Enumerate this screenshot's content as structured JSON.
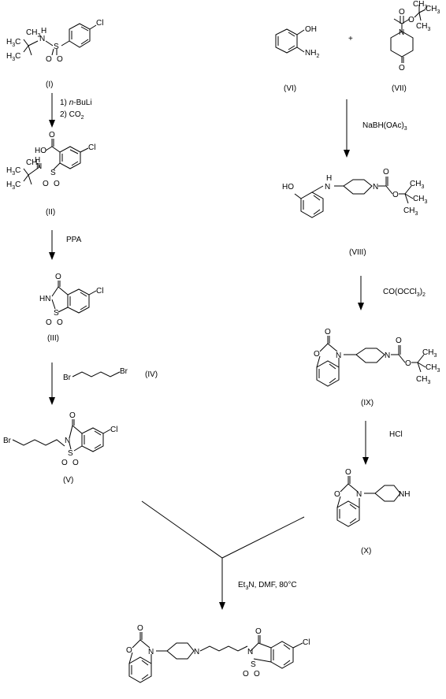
{
  "compounds": {
    "I": {
      "label": "(I)",
      "cl": "Cl",
      "nh": "N",
      "h": "H",
      "s": "S",
      "o1": "O",
      "o2": "O",
      "h3c1": "H",
      "h3c2": "H"
    },
    "II": {
      "label": "(II)"
    },
    "III": {
      "label": "(III)"
    },
    "IV": {
      "label": "(IV)",
      "br1": "Br",
      "br2": "Br"
    },
    "V": {
      "label": "(V)"
    },
    "VI": {
      "label": "(VI)",
      "oh": "OH",
      "nh2": "NH"
    },
    "VII": {
      "label": "(VII)"
    },
    "VIII": {
      "label": "(VIII)"
    },
    "IX": {
      "label": "(IX)"
    },
    "X": {
      "label": "(X)"
    }
  },
  "plus": "+",
  "reagents": {
    "r1_line1": "1)",
    "r1_nbuli": "n",
    "r1_buli": "-BuLi",
    "r1_line2": "2)  CO",
    "r2": "PPA",
    "r3": "NaBH(OAc)",
    "r4": "CO(OCCl",
    "r4b": ")",
    "r5": "HCl",
    "r6": "Et",
    "r6b": "N, DMF, 80°C"
  }
}
